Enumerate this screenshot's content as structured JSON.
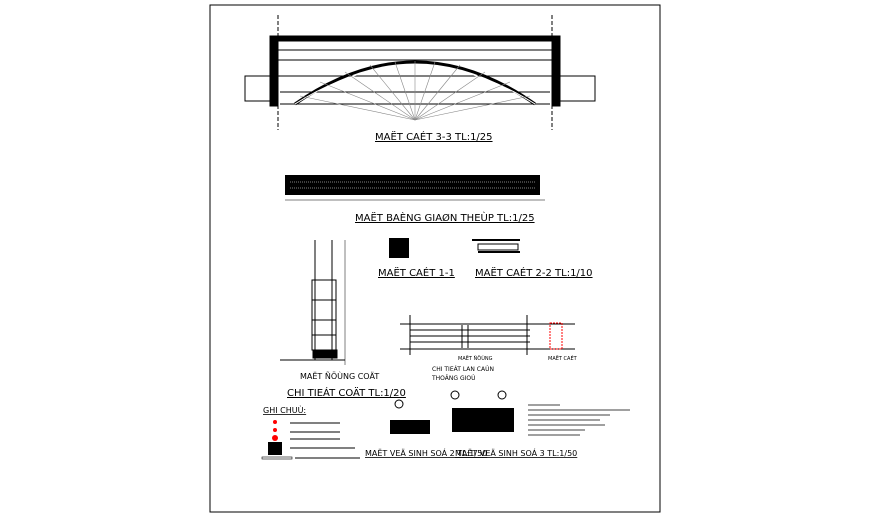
{
  "sheet": {
    "titles": {
      "section_3_3": "MAËT CAÉT 3-3  TL:1/25",
      "steel_frame_plan": "MAËT BAÈNG GIAØN THEÙP  TL:1/25",
      "section_1_1": "MAËT CAÉT 1-1",
      "section_2_2": "MAËT CAÉT 2-2  TL:1/10",
      "column_elevation": "MAËT ÑÖÙNG COÄT",
      "railing_detail": "CHI TIEÁT LAN CAÙN",
      "railing_detail_sub": "THOÂNG GIOÙ",
      "railing_elevation": "MAËT ÑÖÙNG",
      "railing_section": "MAËT CAÉT",
      "column_detail": "CHI TIEÁT COÄT  TL:1/20",
      "notes_heading": "GHI CHUÙ:",
      "toilet_2": "MAËT VEÄ SINH SOÁ 2  TL:1/50",
      "toilet_3": "MAËT VEÄ SINH SOÁ 3  TL:1/50"
    },
    "colors": {
      "line": "#000000",
      "dimension": "#00c8d8",
      "marker": "#ff0000"
    }
  }
}
